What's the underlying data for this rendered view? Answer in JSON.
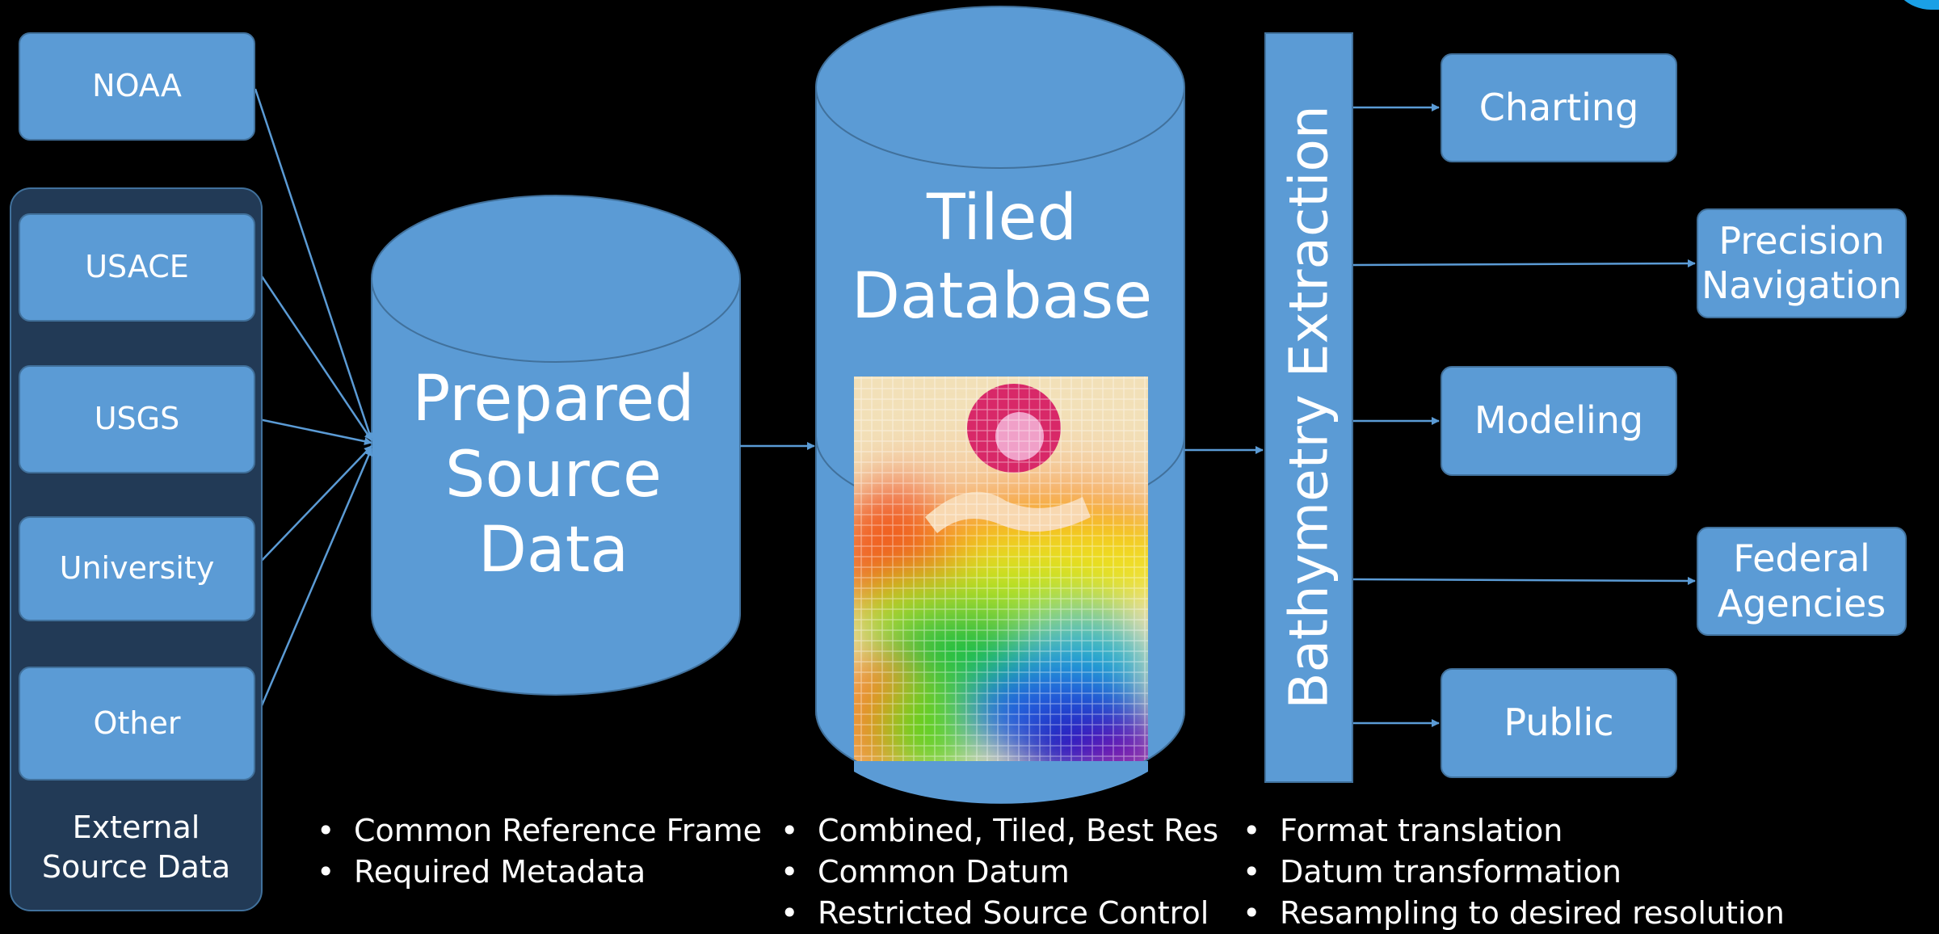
{
  "sources": {
    "items": [
      "NOAA",
      "USACE",
      "USGS",
      "University",
      "Other"
    ],
    "group_label": "External\nSource Data"
  },
  "prepared": {
    "label": "Prepared\nSource\nData"
  },
  "tiled": {
    "label": "Tiled\nDatabase"
  },
  "extraction": {
    "label": "Bathymetry Extraction"
  },
  "outputs": {
    "charting": "Charting",
    "precision": "Precision\nNavigation",
    "modeling": "Modeling",
    "federal": "Federal\nAgencies",
    "public": "Public"
  },
  "notes": {
    "prepared": [
      "Common Reference Frame",
      "Required Metadata"
    ],
    "tiled": [
      "Combined, Tiled, Best Res",
      "Common Datum",
      "Restricted Source Control"
    ],
    "extraction": [
      "Format translation",
      "Datum transformation",
      "Resampling to desired resolution"
    ]
  },
  "colors": {
    "fill": "#5b9bd5",
    "stroke": "#41719c",
    "background": "#000000",
    "group_fill": "#223a56"
  }
}
